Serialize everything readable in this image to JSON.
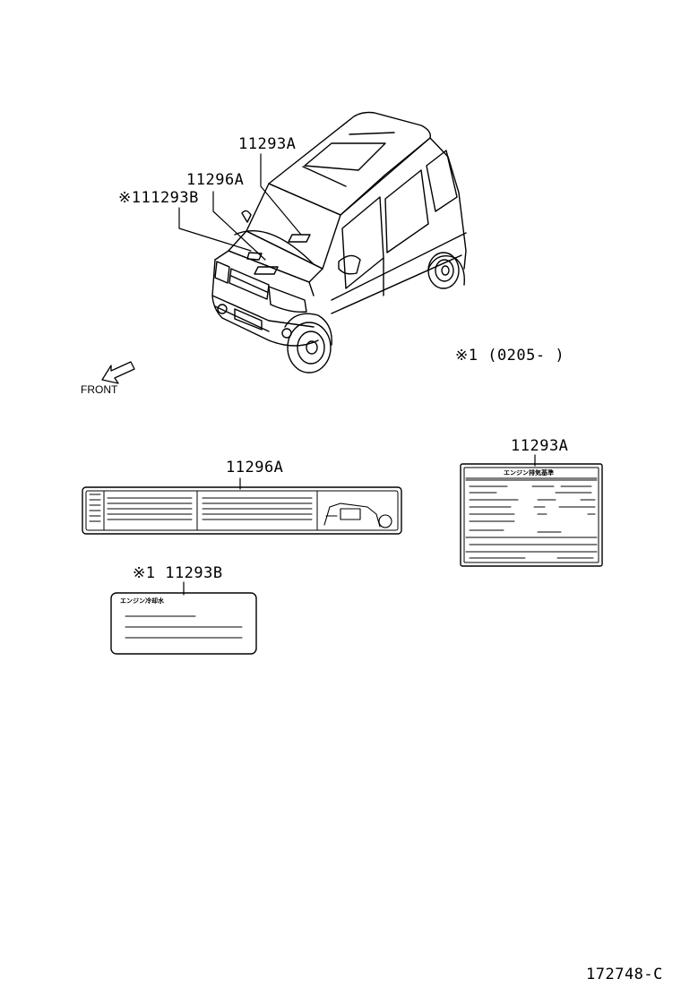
{
  "callouts": {
    "label_a_top": "11293A",
    "label_b_top": "11296A",
    "label_c_top": "※111293B",
    "applicability_note": "※1 (0205-      )",
    "front_label": "FRONT",
    "label_b_detail": "11296A",
    "label_a_detail": "11293A",
    "label_c_detail": "※1 11293B",
    "diagram_code": "172748-C"
  },
  "label_texts": {
    "engine_coolant": "エンジン冷却水",
    "engine_emission": "エンジン排気基準"
  },
  "colors": {
    "ink": "#000000",
    "paper": "#ffffff"
  }
}
